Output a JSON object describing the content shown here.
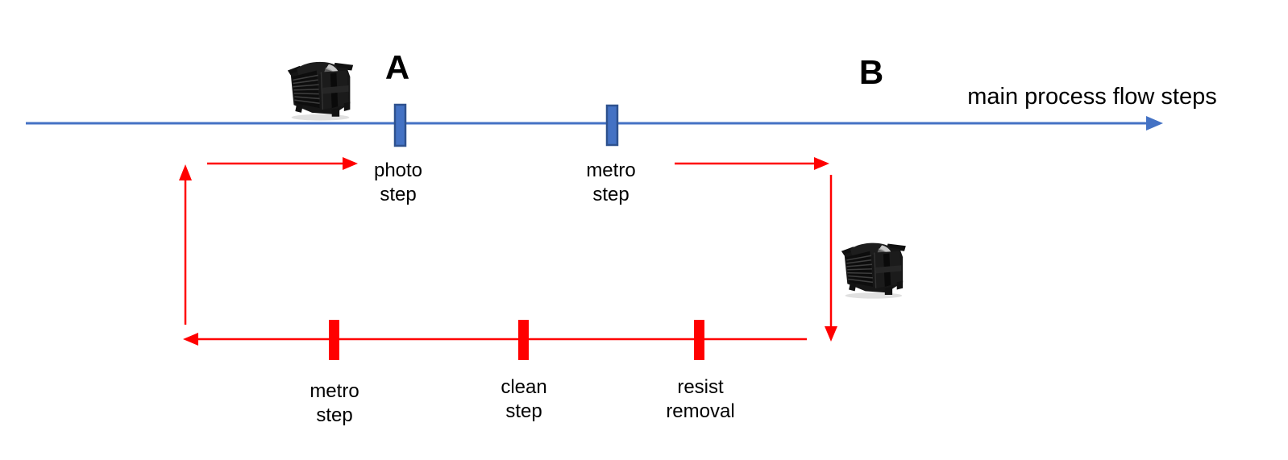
{
  "colors": {
    "main_flow": "#4472C4",
    "tick_border": "#2F528F",
    "rework": "#FF0000",
    "text": "#000000"
  },
  "main_flow": {
    "title": "main process flow steps",
    "point_a": "A",
    "point_b": "B",
    "steps": [
      {
        "label": "photo\nstep"
      },
      {
        "label": "metro\nstep"
      }
    ]
  },
  "rework_loop": {
    "steps": [
      {
        "label": "metro\nstep"
      },
      {
        "label": "clean\nstep"
      },
      {
        "label": "resist\nremoval"
      }
    ]
  },
  "icons": {
    "cassette_1": "wafer-cassette",
    "cassette_2": "wafer-cassette"
  }
}
